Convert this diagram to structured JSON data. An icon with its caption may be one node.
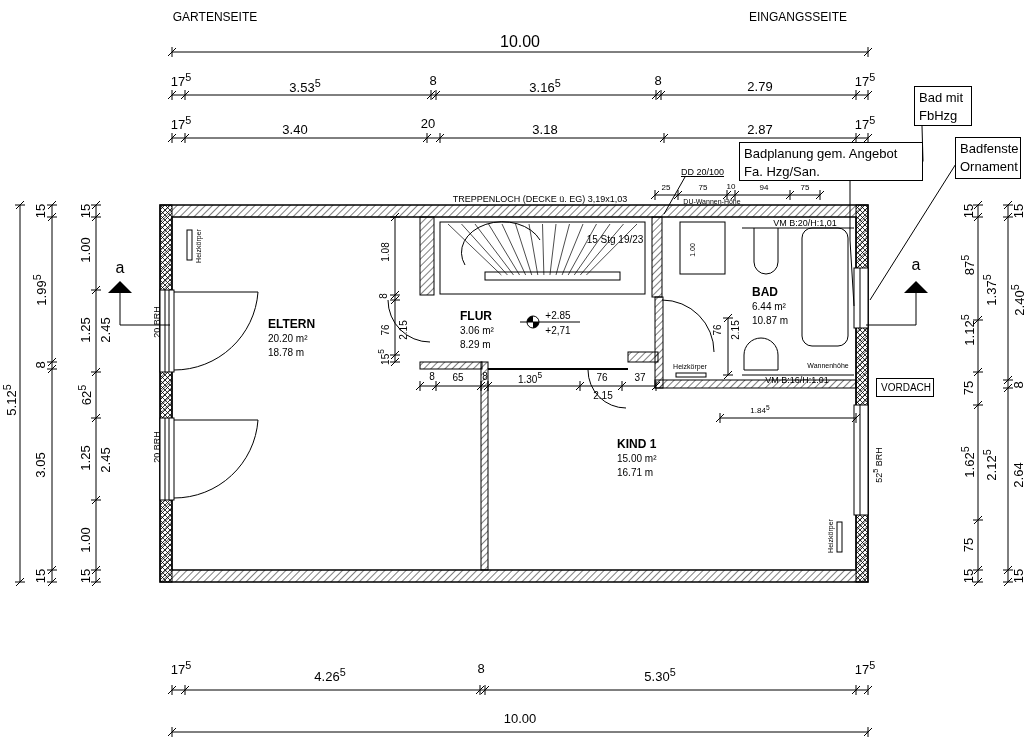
{
  "diagram": {
    "nodes": [
      {
        "text": [
          "ELTERN",
          "20.20 m²",
          "18.78 m"
        ]
      },
      {
        "text": [
          "FLUR",
          "3.06 m²",
          "8.29 m"
        ]
      },
      {
        "text": [
          "BAD",
          "6.44 m²",
          "10.87 m"
        ]
      },
      {
        "text": [
          "KIND 1",
          "15.00 m²",
          "16.71 m"
        ]
      },
      {
        "text": [
          "Badplanung gem. Angebot Fa. Hzg/San."
        ]
      },
      {
        "text": [
          "Bad mit FbHzg"
        ]
      },
      {
        "text": [
          "Badfenste Ornament"
        ]
      },
      {
        "text": [
          "VORDACH"
        ]
      },
      {
        "text": [
          "DD 20/100"
        ]
      }
    ],
    "edges": [
      {
        "from": 4,
        "to": 2,
        "arrow": "none"
      },
      {
        "from": 5,
        "to": 4,
        "arrow": "none"
      },
      {
        "from": 6,
        "to": null,
        "arrow": "none"
      },
      {
        "from": 8,
        "to": null,
        "arrow": "none"
      }
    ],
    "labels": [
      "GARTENSEITE",
      "EINGANGSSEITE",
      "10.00",
      "17$^{5}$",
      "3.53$^{5}$",
      "8",
      "3.16$^{5}$",
      "8",
      "2.79",
      "17$^{5}$",
      "17$^{5}$",
      "3.40",
      "20",
      "3.18",
      "2.87",
      "17$^{5}$",
      "25",
      "75",
      "10",
      "94",
      "75",
      "DU-Wannen-Höhe",
      "TREPPENLOCH (DECKE ü. EG) 3,19x1,03",
      "5.12$^{5}$",
      "15",
      "1.99$^{5}$",
      "8",
      "3.05",
      "15",
      "15",
      "1.00",
      "1.25",
      "62$^{5}$",
      "1.25",
      "1.00",
      "15",
      "2.45",
      "2.45",
      "15",
      "87$^{5}$",
      "1.12$^{5}$",
      "75",
      "1.62$^{5}$",
      "75",
      "15",
      "1.37$^{5}$",
      "2.12$^{5}$",
      "15",
      "2.40$^{5}$",
      "8",
      "2.64",
      "15",
      "1.08",
      "8",
      "76",
      "2.15",
      "15$^{5}$",
      "8",
      "65",
      "8",
      "1.30$^{5}$",
      "76",
      "2.15",
      "37",
      "76",
      "2.15",
      "1.00",
      "1.84$^{5}$",
      "17$^{5}$",
      "4.26$^{5}$",
      "8",
      "5.30$^{5}$",
      "17$^{5}$",
      "10.00",
      "a",
      "a",
      "15 Stg 19/23",
      "+2.85",
      "+2,71",
      "Heizkörper",
      "Heizkörper",
      "Heizkörper",
      "VM B:20/H:1,01",
      "VM B:16/H:1.01",
      "Wannenhöhe",
      "20 BRH",
      "20 BRH",
      "52$^{5}$ BRH"
    ]
  }
}
